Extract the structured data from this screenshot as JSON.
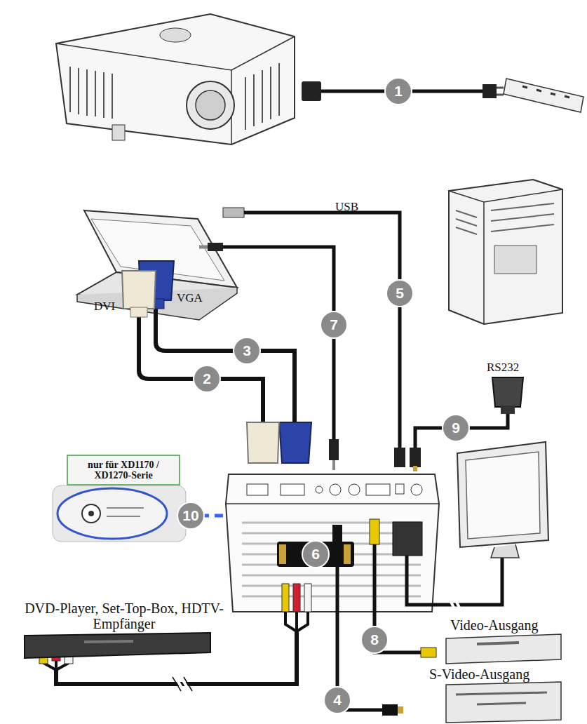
{
  "diagram": {
    "nodes": [
      {
        "text": [
          "nur für XD1170 / XD1270-Serie"
        ]
      }
    ],
    "labels": [
      "1",
      "USB",
      "5",
      "7",
      "DVI",
      "VGA",
      "3",
      "2",
      "RS232",
      "9",
      "10",
      "6",
      "DVD-Player, Set-Top-Box, HDTV-Empfänger",
      "Video-Ausgang",
      "8",
      "S-Video-Ausgang",
      "4"
    ]
  }
}
